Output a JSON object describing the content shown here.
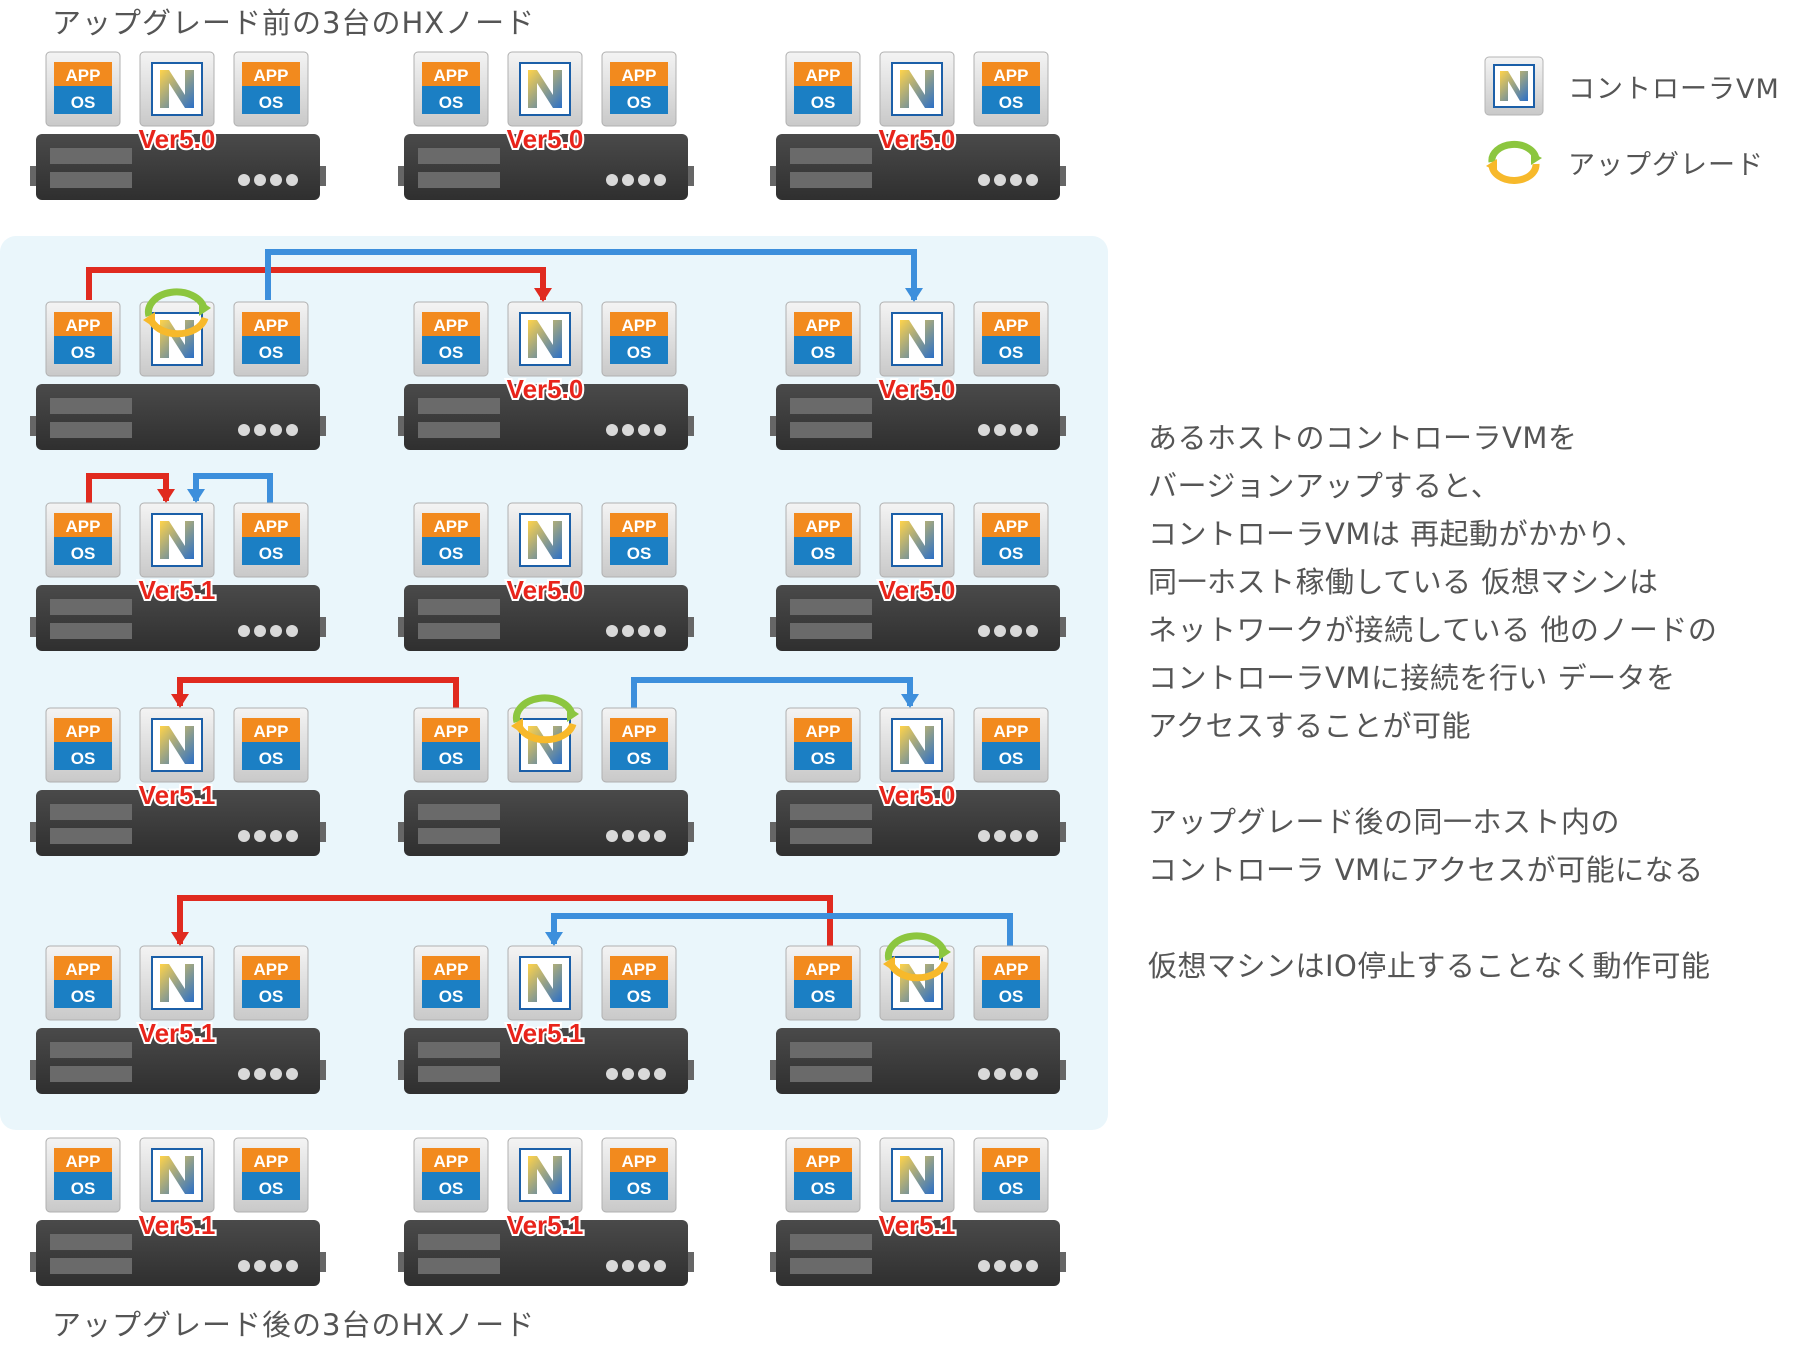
{
  "labels": {
    "top_title": "アップグレード前の3台のHXノード",
    "bottom_title": "アップグレード後の3台のHXノード"
  },
  "legend": {
    "controller_vm": "コントローラVM",
    "upgrade": "アップグレード"
  },
  "node_labels": {
    "app": "APP",
    "os": "OS",
    "controller_letter": "N"
  },
  "description": {
    "paragraph1": [
      "あるホストのコントローラVMを",
      "バージョンアップすると、",
      "コントローラVMは 再起動がかかり、",
      "同一ホスト稼働している 仮想マシンは",
      "ネットワークが接続している 他のノードの",
      "コントローラVMに接続を行い データを",
      "アクセスすることが可能"
    ],
    "paragraph2": [
      "アップグレード後の同一ホスト内の",
      "コントローラ VMにアクセスが可能になる"
    ],
    "paragraph3": [
      "仮想マシンはIO停止することなく動作可能"
    ]
  },
  "stages": [
    {
      "name": "before-upgrade",
      "nodes": [
        "Ver5.0",
        "Ver5.0",
        "Ver5.0"
      ],
      "upgrading": null
    },
    {
      "name": "node1-upgrading",
      "nodes": [
        "",
        "Ver5.0",
        "Ver5.0"
      ],
      "upgrading": 0
    },
    {
      "name": "node1-upgraded",
      "nodes": [
        "Ver5.1",
        "Ver5.0",
        "Ver5.0"
      ],
      "upgrading": null
    },
    {
      "name": "node2-upgrading",
      "nodes": [
        "Ver5.1",
        "",
        "Ver5.0"
      ],
      "upgrading": 1
    },
    {
      "name": "node3-upgrading",
      "nodes": [
        "Ver5.1",
        "Ver5.1",
        ""
      ],
      "upgrading": 2
    },
    {
      "name": "after-upgrade",
      "nodes": [
        "Ver5.1",
        "Ver5.1",
        "Ver5.1"
      ],
      "upgrading": null
    }
  ],
  "colors": {
    "app_orange": "#f28a1e",
    "os_blue": "#1b7fc4",
    "server_dark": "#3b3b3b",
    "arrow_red": "#e02a1f",
    "arrow_blue": "#3d8fdc",
    "version_red": "#e8241b",
    "panel_bg": "#eaf6fb",
    "upgrade_ring_green": "#8cc63f",
    "upgrade_ring_yellow": "#f7b92b"
  }
}
